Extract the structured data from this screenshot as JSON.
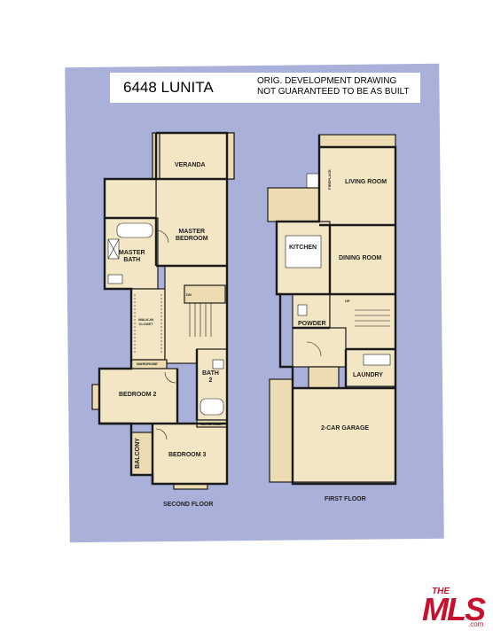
{
  "header": {
    "address": "6448 LUNITA",
    "disclaimer_line1": "ORIG. DEVELOPMENT DRAWING",
    "disclaimer_line2": "NOT GUARANTEED TO BE AS BUILT"
  },
  "second_floor": {
    "title": "SECOND FLOOR",
    "rooms": {
      "veranda": "VERANDA",
      "master_bedroom_1": "MASTER",
      "master_bedroom_2": "BEDROOM",
      "master_bath_1": "MASTER",
      "master_bath_2": "BATH",
      "walkin_closet_1": "WALK-IN",
      "walkin_closet_2": "CLOSET",
      "wardrobe_1": "WARDROBE",
      "bath2_1": "BATH",
      "bath2_2": "2",
      "bedroom2": "BEDROOM 2",
      "balcony": "BALCONY",
      "bedroom3": "BEDROOM 3",
      "wardrobe_2": "WARDROBE",
      "dn": "DN"
    }
  },
  "first_floor": {
    "title": "FIRST FLOOR",
    "rooms": {
      "living_room": "LIVING ROOM",
      "fireplace": "FIREPLACE",
      "kitchen": "KITCHEN",
      "dining_room": "DINING ROOM",
      "powder": "POWDER",
      "laundry": "LAUNDRY",
      "garage": "2-CAR GARAGE",
      "up": "UP"
    }
  },
  "watermark": {
    "the": "THE",
    "mls": "MLS",
    "com": ".com",
    "color": "#c8102e"
  },
  "colors": {
    "sheet": "#a9b0d9",
    "room_fill": "#f3e6c4",
    "wall": "#1a1a1a"
  }
}
